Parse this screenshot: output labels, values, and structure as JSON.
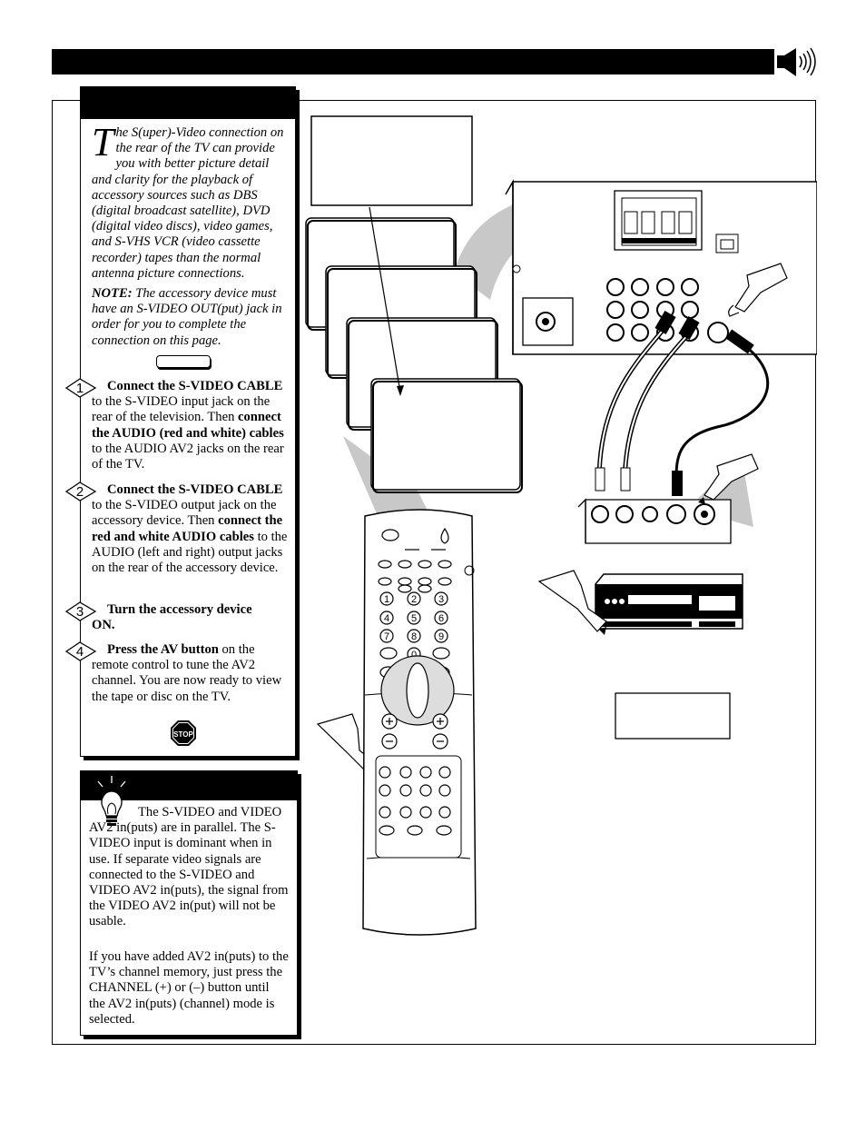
{
  "intro": {
    "dropcap": "T",
    "text": "he S(uper)-Video connection on the rear of the TV can provide you with better picture detail and clarity for the playback of accessory sources such as DBS (digital broadcast satellite), DVD (digital video discs), video games, and S-VHS VCR (video cassette recorder) tapes than the normal antenna picture connections.",
    "note_label": "NOTE:",
    "note_text": " The accessory device must have an S-VIDEO OUT(put) jack in order for you to complete the connection on this page."
  },
  "steps": [
    {
      "num": "1",
      "b1": "Connect the S-VIDEO CABLE",
      "t1": " to the S-VIDEO input jack on the rear of the television. Then ",
      "b2": "connect the AUDIO (red and white) cables",
      "t2": " to the AUDIO AV2 jacks on the rear of the TV."
    },
    {
      "num": "2",
      "b1": "Connect the S-VIDEO CABLE",
      "t1": " to the S-VIDEO output jack on the accessory device. Then ",
      "b2": "connect the red and white AUDIO cables",
      "t2": " to the AUDIO (left and right) output jacks on the rear of the accessory device."
    },
    {
      "num": "3",
      "b1": "Turn the accessory device ON.",
      "t1": "",
      "b2": "",
      "t2": ""
    },
    {
      "num": "4",
      "b1": "Press the AV button",
      "t1": " on the remote control to tune the AV2 channel.  You are now ready to view the tape or disc on the TV.",
      "b2": "",
      "t2": ""
    }
  ],
  "stop_label": "STOP",
  "tip": {
    "p1": "The S-VIDEO and VIDEO AV2 in(puts) are in parallel.  The S-VIDEO input is dominant when in use.  If separate video signals are connected to the S-VIDEO and VIDEO AV2 in(puts), the signal from the VIDEO AV2 in(put) will not be usable.",
    "p2": "If you have added AV2 in(puts) to the TV’s channel memory, just press the CHANNEL (+) or (–) button until the AV2 in(puts) (channel) mode is selected."
  },
  "remote": {
    "digits": [
      "1",
      "2",
      "3",
      "4",
      "5",
      "6",
      "7",
      "8",
      "9",
      "0"
    ]
  }
}
